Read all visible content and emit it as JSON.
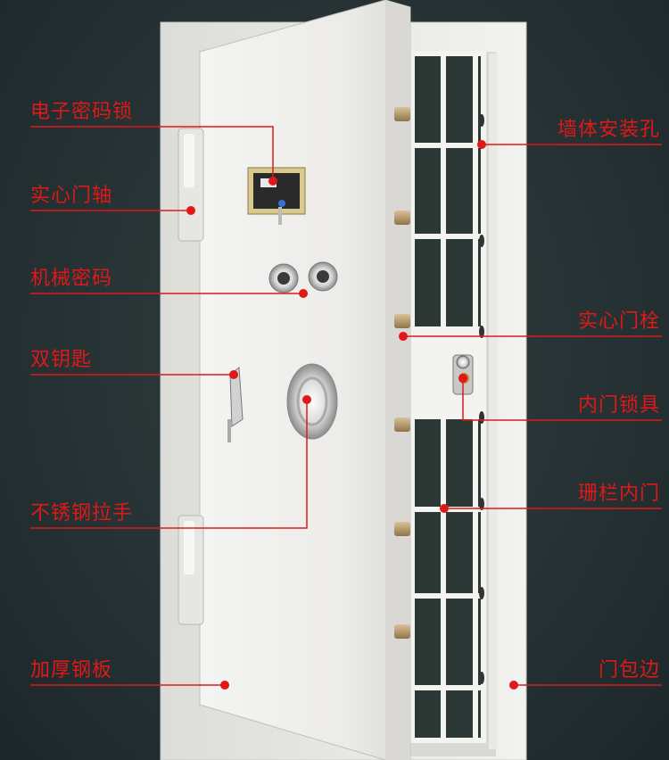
{
  "labels": {
    "electronic_lock": "电子密码锁",
    "hinge": "实心门轴",
    "mechanical_combo": "机械密码",
    "dual_key": "双钥匙",
    "handle": "不锈钢拉手",
    "steel_plate": "加厚钢板",
    "wall_holes": "墙体安装孔",
    "bolts": "实心门栓",
    "inner_lock": "内门锁具",
    "grille_door": "珊栏内门",
    "frame_edge": "门包边"
  },
  "colors": {
    "background": "#263234",
    "callout_red": "#e01818",
    "door_white": "#efefed",
    "brass": "#b89a6a"
  },
  "icons": [
    "marker-dot-icon",
    "leader-line-icon"
  ]
}
